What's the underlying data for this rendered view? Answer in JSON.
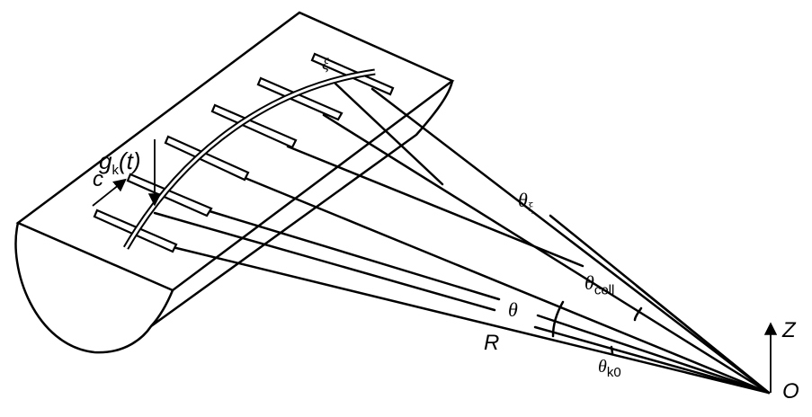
{
  "labels": {
    "g": "g",
    "g_sub": "k",
    "g_arg": "(t)",
    "c": "c",
    "xi": "ξ",
    "theta_xi": "θ",
    "theta_xi_sub": "ξ",
    "theta_cell": "θ",
    "theta_cell_sub": "cell",
    "theta": "θ",
    "R": "R",
    "theta_k0": "θ",
    "theta_k0_sub": "k0",
    "Z": "Z",
    "O": "O"
  }
}
